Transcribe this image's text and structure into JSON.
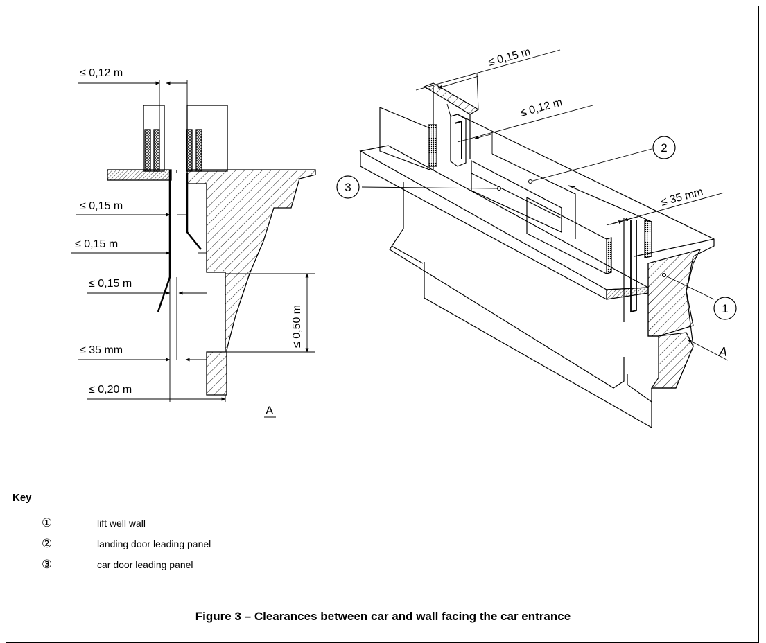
{
  "left_view": {
    "dims": {
      "d1": "≤ 0,12 m",
      "d2": "≤ 0,15 m",
      "d3": "≤ 0,15 m",
      "d4": "≤ 0,15 m",
      "d5": "≤ 35 mm",
      "d6": "≤ 0,20 m",
      "d7": "≤ 0,50 m"
    },
    "view_label": "A"
  },
  "right_view": {
    "dims": {
      "d1": "≤ 0,15 m",
      "d2": "≤ 0,12 m",
      "d3": "≤ 35 mm"
    },
    "callouts": [
      "1",
      "2",
      "3"
    ],
    "arrow_label": "A"
  },
  "key": {
    "title": "Key",
    "items": [
      {
        "num": "①",
        "label": "lift well wall"
      },
      {
        "num": "②",
        "label": "landing door leading panel"
      },
      {
        "num": "③",
        "label": "car door leading panel"
      }
    ]
  },
  "caption": "Figure 3 – Clearances between car and wall facing the car entrance"
}
